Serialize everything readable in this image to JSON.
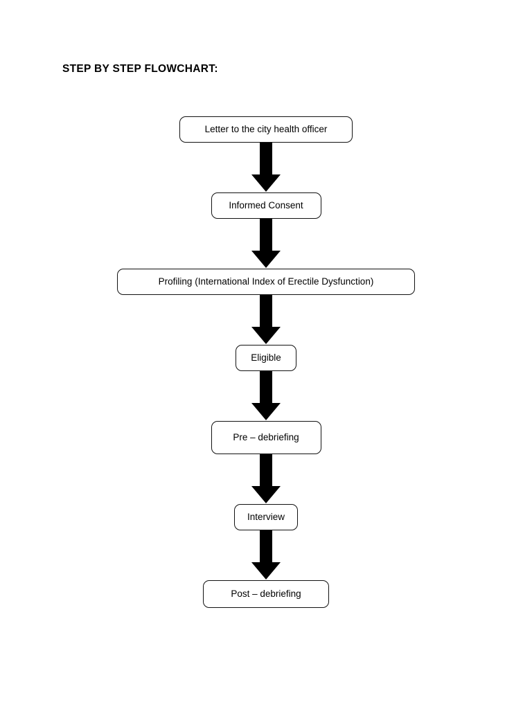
{
  "page": {
    "title": "STEP BY STEP FLOWCHART:",
    "background_color": "#ffffff",
    "text_color": "#000000",
    "border_color": "#111111",
    "arrow_color": "#000000"
  },
  "flowchart": {
    "type": "vertical-sequence",
    "orientation": "top-to-bottom",
    "node_count": 7,
    "connector_count": 6,
    "connector_type": "solid-block-arrow-down",
    "nodes": [
      {
        "id": "letter",
        "label": "Letter to the city health officer"
      },
      {
        "id": "consent",
        "label": "Informed Consent"
      },
      {
        "id": "profiling",
        "label": "Profiling (International Index of Erectile Dysfunction)"
      },
      {
        "id": "eligible",
        "label": "Eligible"
      },
      {
        "id": "pre",
        "label": "Pre – debriefing"
      },
      {
        "id": "interview",
        "label": "Interview"
      },
      {
        "id": "post",
        "label": "Post – debriefing"
      }
    ]
  }
}
